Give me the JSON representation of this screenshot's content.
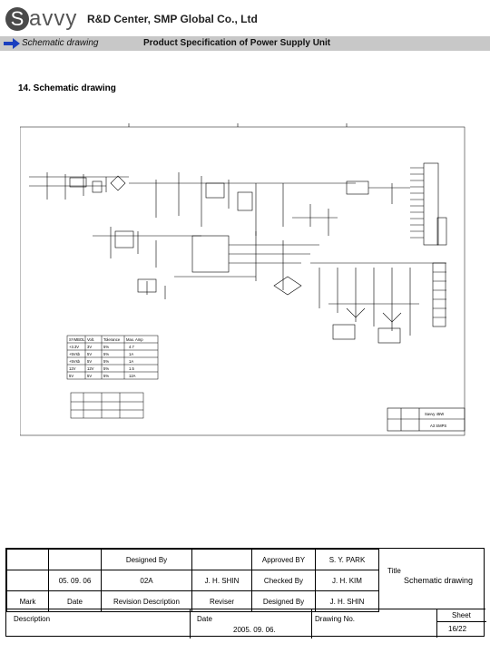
{
  "header": {
    "logo_text": "avvy",
    "logo_initial": "S",
    "company": "R&D Center, SMP Global Co., Ltd",
    "section_tag": "Schematic drawing",
    "spec_title": "Product Specification of Power Supply Unit",
    "bar_color": "#c8c8c8"
  },
  "page": {
    "title": "14. Schematic drawing"
  },
  "schematic": {
    "figure": "circuit-schematic",
    "output_table": {
      "headers": [
        "SYMBOL",
        "Volt.",
        "Tolerance",
        "Max. Amp"
      ],
      "rows": [
        [
          "+3.3V",
          "3V",
          "5%",
          "4.7"
        ],
        [
          "+5Vsb",
          "5V",
          "5%",
          "1A"
        ],
        [
          "+5Vsb",
          "5V",
          "5%",
          "1A"
        ],
        [
          "12V",
          "12V",
          "5%",
          "1.5"
        ],
        [
          "5V",
          "5V",
          "5%",
          "12A"
        ]
      ]
    },
    "inset_title": "Savvy 45W",
    "inset_code": "A3 SMPS"
  },
  "title_block": {
    "row1": [
      "",
      "",
      "Designed By",
      "",
      "Approved BY",
      "S. Y. PARK"
    ],
    "row2": [
      "",
      "05. 09. 06",
      "02A",
      "J. H. SHIN",
      "Checked By",
      "J. H. KIM"
    ],
    "row3": [
      "Mark",
      "Date",
      "Revision Description",
      "Reviser",
      "Designed By",
      "J. H. SHIN"
    ],
    "title_label": "Title",
    "title_value": "Schematic drawing",
    "description_label": "Description",
    "date_label": "Date",
    "date_value": "2005. 09. 06.",
    "drawing_no_label": "Drawing No.",
    "sheet_label": "Sheet",
    "sheet_value": "16/22"
  }
}
